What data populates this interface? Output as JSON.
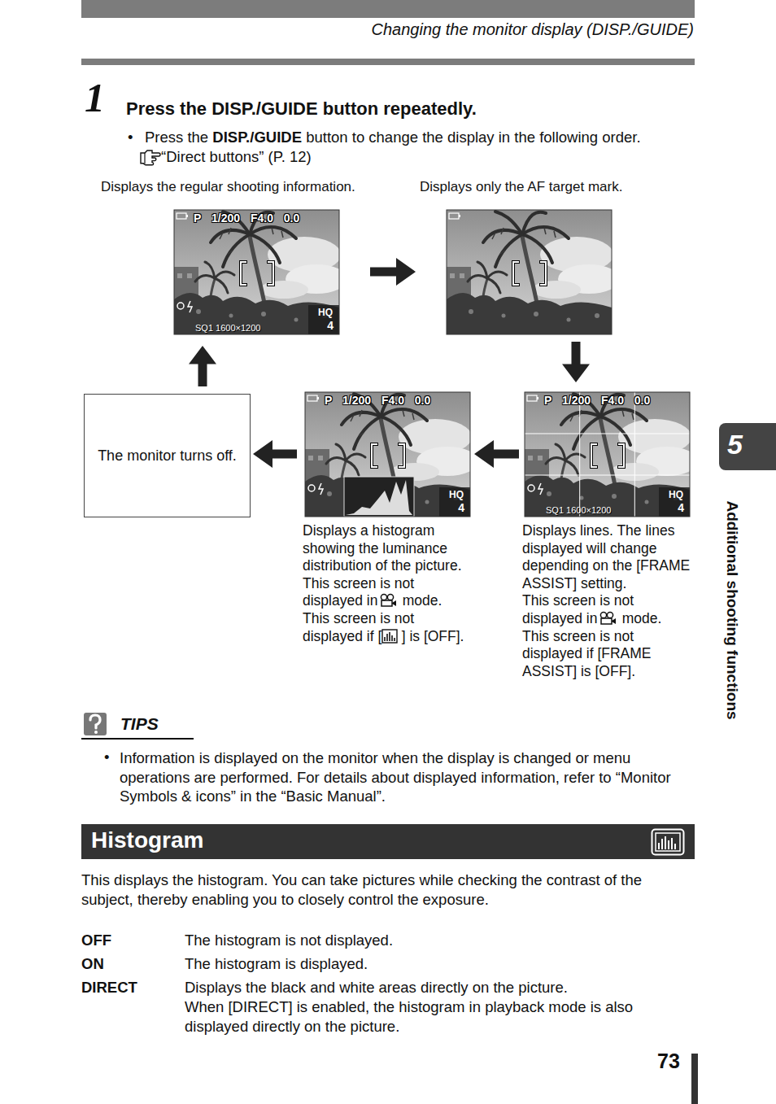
{
  "diagram": {
    "nodes": [
      {
        "text": [
          "Displays the regular shooting information.",
          "P 1/200 F4.0 0.0",
          "HQ",
          "4",
          "SQ1 1600×1200"
        ]
      },
      {
        "text": [
          "Displays only the AF target mark."
        ]
      },
      {
        "text": [
          "The monitor turns off."
        ]
      },
      {
        "text": [
          "P 1/200 F4.0 0.0",
          "HQ",
          "4",
          "Displays a histogram showing the luminance distribution of the picture.",
          "This screen is not displayed in",
          "mode.",
          "This screen is not displayed if [",
          "] is [OFF]."
        ]
      },
      {
        "text": [
          "P 1/200 F4.0 0.0",
          "HQ",
          "4",
          "SQ1 1600×1200",
          "Displays lines. The lines displayed will change depending on the [FRAME ASSIST] setting.",
          "This screen is not displayed in",
          "mode.",
          "This screen is not displayed if [FRAME ASSIST] is [OFF]."
        ]
      },
      {
        "text": [
          "Histogram"
        ]
      },
      {
        "text": [
          "5"
        ]
      }
    ],
    "edges": [
      {
        "from": 0,
        "to": 1,
        "arrow": "to"
      },
      {
        "from": 1,
        "to": 4,
        "arrow": "to"
      },
      {
        "from": 4,
        "to": 3,
        "arrow": "to"
      },
      {
        "from": 3,
        "to": 2,
        "arrow": "to"
      },
      {
        "from": 2,
        "to": 0,
        "arrow": "to"
      }
    ],
    "labels": [
      "Changing the monitor display (DISP./GUIDE)",
      "1",
      "Press the DISP./GUIDE button repeatedly.",
      "•",
      "Press the",
      "DISP./GUIDE",
      "button to change the display in the following order.",
      "“Direct buttons” (P. 12)",
      "TIPS",
      "•",
      "Information is displayed on the monitor when the display is changed or menu operations are performed. For details about displayed information, refer to “Monitor Symbols & icons” in the “Basic Manual”.",
      "This displays the histogram. You can take pictures while checking the contrast of the subject, thereby enabling you to closely control the exposure.",
      "OFF",
      "The histogram is not displayed.",
      "ON",
      "The histogram is displayed.",
      "DIRECT",
      "Displays the black and white areas directly on the picture.",
      "When [DIRECT] is enabled, the histogram in playback mode is also displayed directly on the picture.",
      "Additional shooting functions",
      "73"
    ]
  }
}
